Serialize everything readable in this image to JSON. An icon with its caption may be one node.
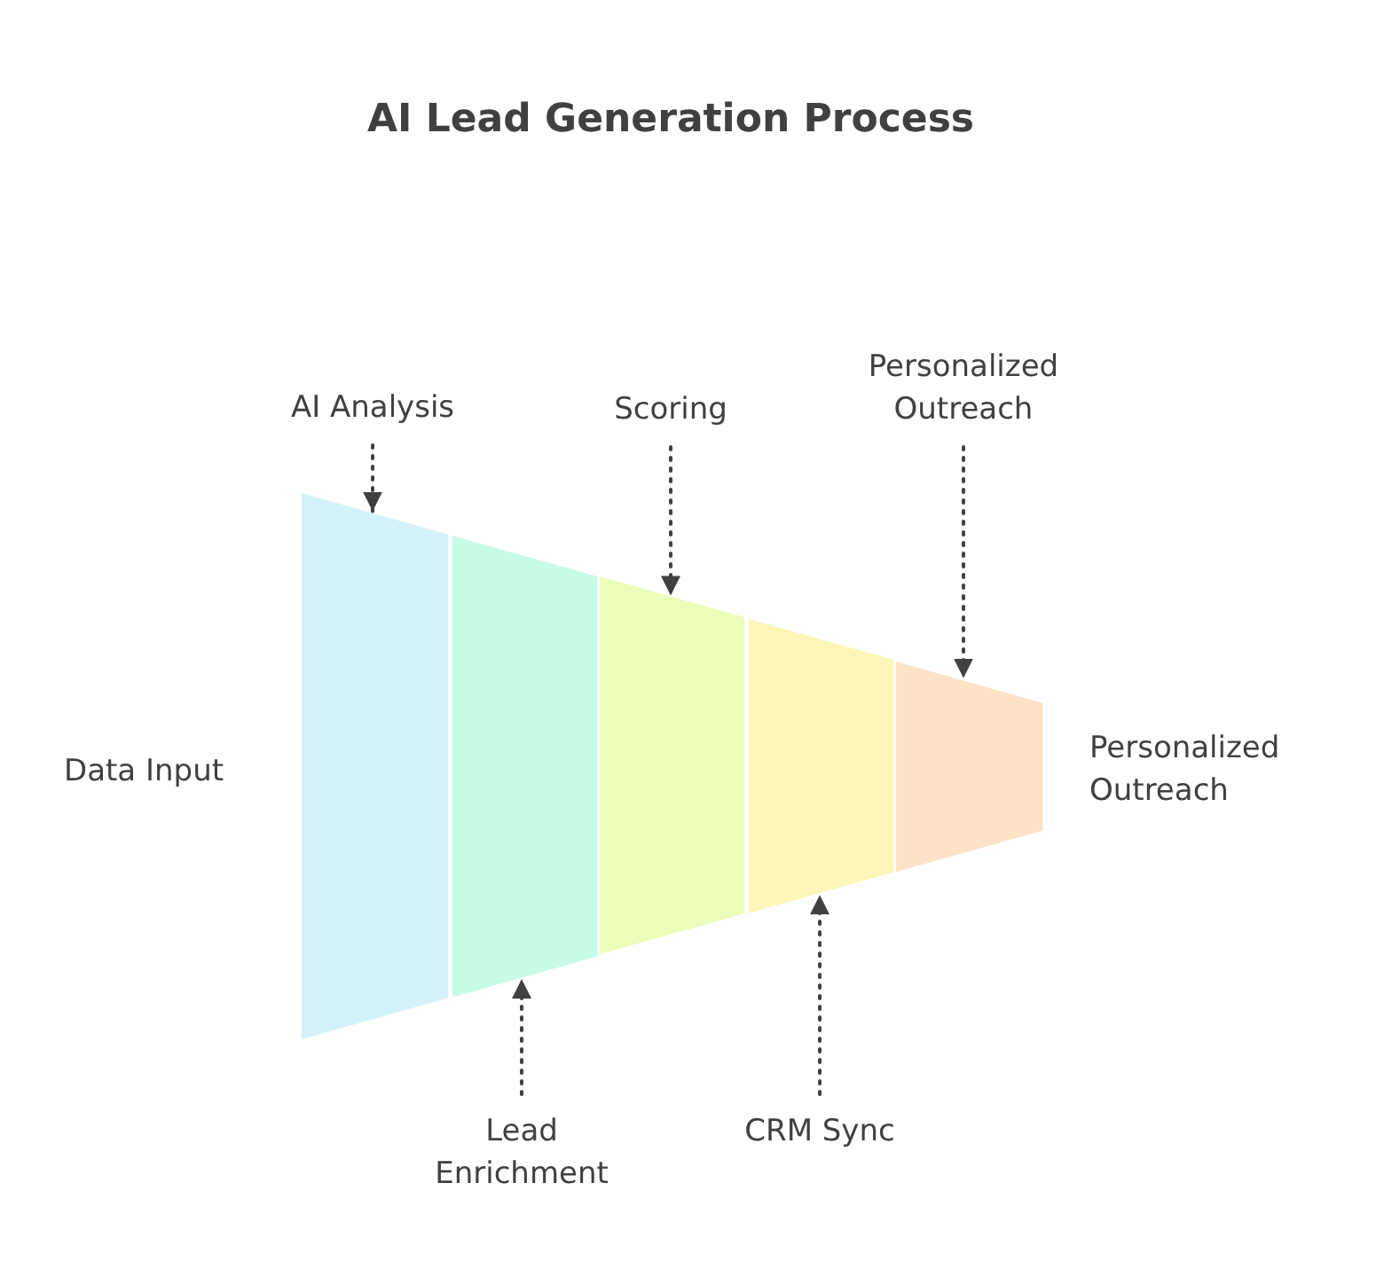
{
  "diagram": {
    "title": "AI Lead Generation Process",
    "nodes": [
      {
        "text": [
          "AI Analysis"
        ]
      },
      {
        "text": [
          "Scoring"
        ]
      },
      {
        "text": [
          "Personalized Outreach"
        ]
      },
      {
        "text": [],
        "shape": "trapezoid"
      },
      {
        "text": [],
        "shape": "trapezoid"
      },
      {
        "text": [],
        "shape": "trapezoid"
      },
      {
        "text": [],
        "shape": "trapezoid"
      },
      {
        "text": [],
        "shape": "trapezoid"
      },
      {
        "text": [
          "Lead Enrichment"
        ]
      },
      {
        "text": [
          "CRM Sync"
        ]
      }
    ],
    "edges": [
      {
        "from": 0,
        "to": 3,
        "arrow": "to",
        "style": "dashed"
      },
      {
        "from": 1,
        "to": 5,
        "arrow": "to",
        "style": "dashed"
      },
      {
        "from": 2,
        "to": 7,
        "arrow": "to",
        "style": "dashed"
      },
      {
        "from": 8,
        "to": 4,
        "arrow": "to",
        "style": "dashed"
      },
      {
        "from": 9,
        "to": 6,
        "arrow": "to",
        "style": "dashed"
      }
    ],
    "labels": [
      "Data Input",
      "Personalized Outreach"
    ]
  }
}
